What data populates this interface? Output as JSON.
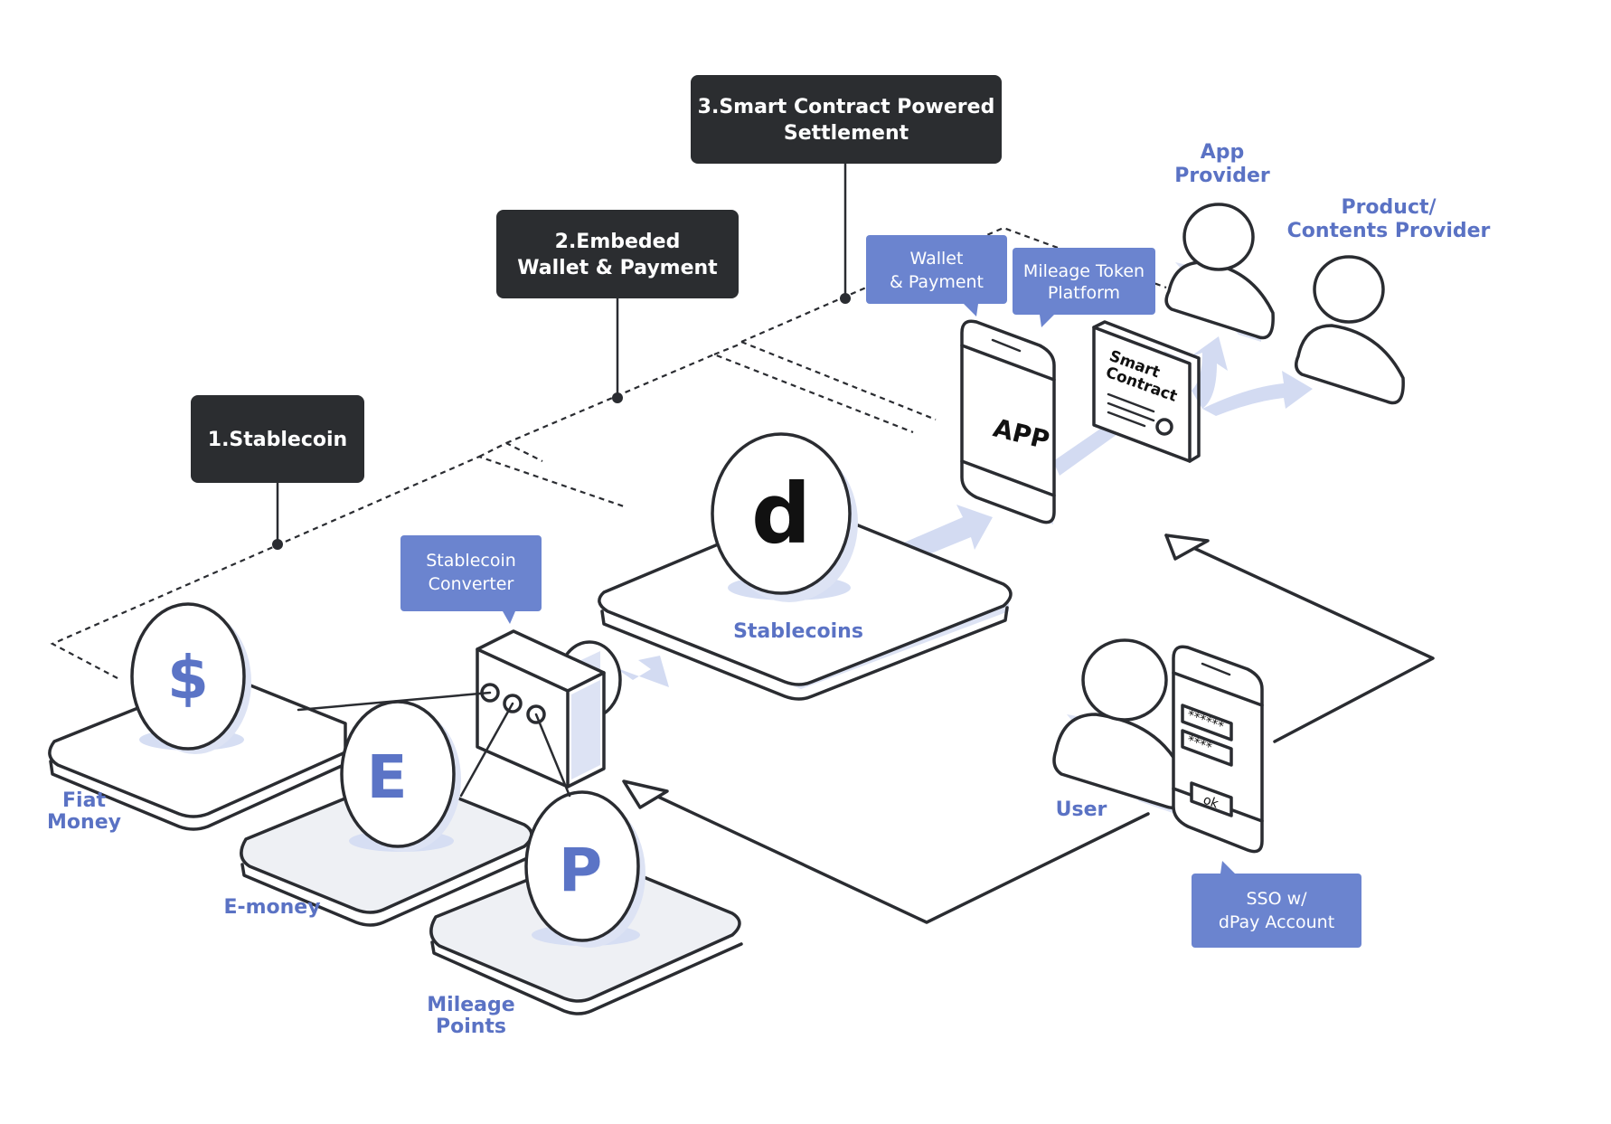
{
  "callouts": {
    "stablecoin": "1.Stablecoin",
    "embedded_line1": "2.Embeded",
    "embedded_line2": "Wallet & Payment",
    "settlement_line1": "3.Smart Contract Powered",
    "settlement_line2": "Settlement"
  },
  "bubbles": {
    "converter_line1": "Stablecoin",
    "converter_line2": "Converter",
    "wallet_line1": "Wallet",
    "wallet_line2": "& Payment",
    "mileage_line1": "Mileage Token",
    "mileage_line2": "Platform",
    "sso_line1": "SSO w/",
    "sso_line2": "dPay Account"
  },
  "labels": {
    "fiat_line1": "Fiat",
    "fiat_line2": "Money",
    "emoney": "E-money",
    "mileage_line1": "Mileage",
    "mileage_line2": "Points",
    "stablecoins": "Stablecoins",
    "user": "User",
    "app_provider_line1": "App",
    "app_provider_line2": "Provider",
    "product_provider_line1": "Product/",
    "product_provider_line2": "Contents Provider"
  },
  "coins": {
    "fiat": "$",
    "emoney": "E",
    "mileage": "P",
    "stablecoin": "d"
  },
  "devices": {
    "app_screen": "APP",
    "smart_contract_line1": "Smart",
    "smart_contract_line2": "Contract",
    "password_field": "******",
    "pin_field": "****",
    "ok_button": "ok"
  },
  "colors": {
    "accent_blue": "#6b84cf",
    "label_blue": "#5a72c4",
    "dark_box": "#2b2d30",
    "flow_arrow": "#d3dbf2"
  }
}
